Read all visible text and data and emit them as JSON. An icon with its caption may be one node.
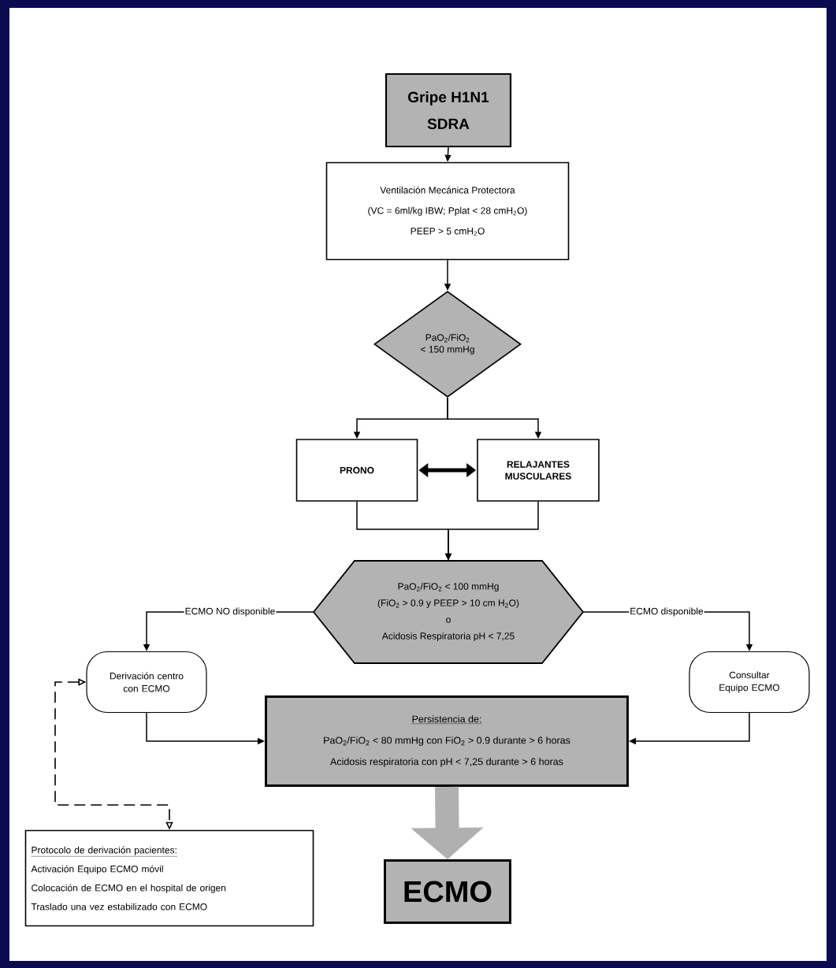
{
  "diagram": {
    "nodes": [
      {
        "text": [
          "Gripe H1N1",
          "SDRA"
        ]
      },
      {
        "text": [
          "Ventilación Mecánica Protectora",
          "(VC = 6ml/kg IBW; Pplat < 28 cmH$_{2}$O)",
          "PEEP > 5 cmH$_{2}$O"
        ]
      },
      {
        "text": [
          "PaO$_{2}$/FiO$_{2}$",
          "< 150 mmHg"
        ]
      },
      {
        "text": [
          "PRONO"
        ]
      },
      {
        "text": [
          "RELAJANTES MUSCULARES"
        ]
      },
      {
        "text": [
          "PaO$_{2}$/FiO$_{2}$ < 100 mmHg",
          "(FiO$_{2}$ > 0.9 y PEEP > 10 cm H$_{2}$O)",
          "o",
          "Acidosis Respiratoria pH < 7,25"
        ]
      },
      {
        "text": [
          "Derivación centro con ECMO"
        ]
      },
      {
        "text": [
          "Consultar Equipo ECMO"
        ]
      },
      {
        "text": [
          "Persistencia de:",
          "PaO$_{2}$/FiO$_{2}$ < 80 mmHg con FiO$_{2}$ > 0.9 durante > 6 horas",
          "Acidosis respiratoria con pH < 7,25 durante > 6 horas"
        ]
      },
      {
        "text": [
          "ECMO"
        ]
      },
      {
        "text": [
          "Protocolo de derivación pacientes:",
          "Activación Equipo ECMO móvil",
          "Colocación de ECMO en el hospital de origen",
          "Traslado una vez estabilizado con ECMO"
        ]
      }
    ],
    "edges": [
      {
        "from": 0,
        "to": 1,
        "arrow": "to"
      },
      {
        "from": 1,
        "to": 2,
        "arrow": "to"
      },
      {
        "from": 2,
        "to": 3,
        "arrow": "to"
      },
      {
        "from": 2,
        "to": 4,
        "arrow": "to"
      },
      {
        "from": 3,
        "to": 4,
        "arrow": "both",
        "style": "thick"
      },
      {
        "from": 3,
        "to": 5,
        "arrow": "to"
      },
      {
        "from": 4,
        "to": 5,
        "arrow": "to"
      },
      {
        "from": 5,
        "to": 6,
        "arrow": "to",
        "label": "ECMO NO disponible"
      },
      {
        "from": 5,
        "to": 7,
        "arrow": "to",
        "label": "ECMO disponible"
      },
      {
        "from": 6,
        "to": 8,
        "arrow": "to"
      },
      {
        "from": 7,
        "to": 8,
        "arrow": "to"
      },
      {
        "from": 8,
        "to": 9,
        "arrow": "to",
        "style": "thick",
        "color": "#b0b0b0"
      },
      {
        "from": 6,
        "to": 10,
        "arrow": "both",
        "style": "dashed"
      }
    ]
  }
}
